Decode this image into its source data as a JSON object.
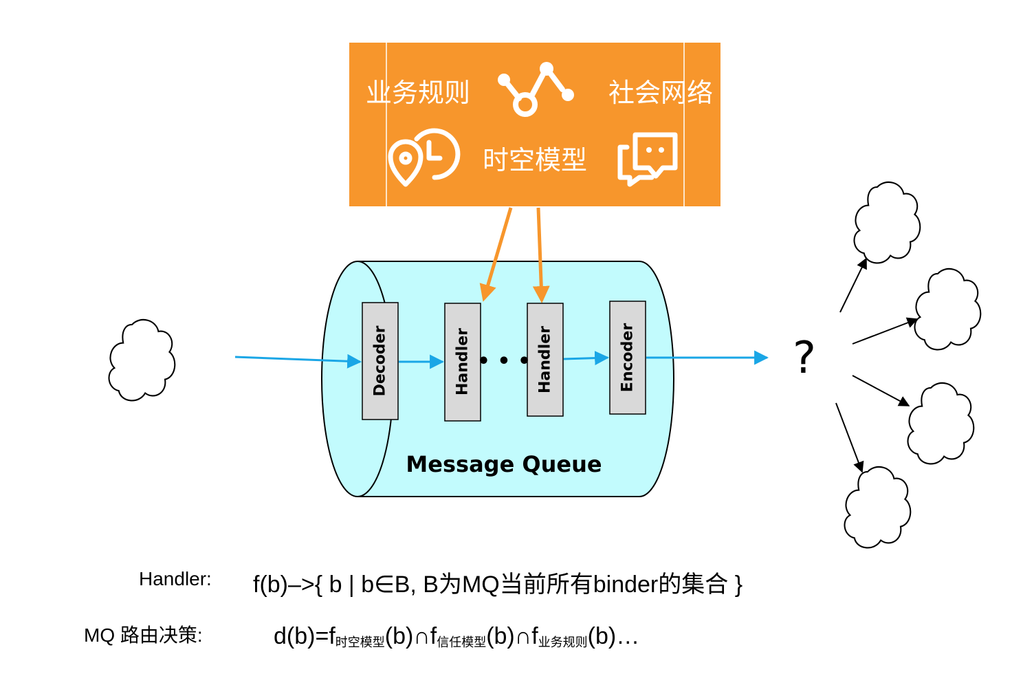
{
  "rules_box": {
    "labels": {
      "business_rules": "业务规则",
      "social_network": "社会网络",
      "spatiotemporal_model": "时空模型"
    },
    "icons": [
      "graph-nodes-icon",
      "location-clock-icon",
      "chat-bubbles-icon"
    ],
    "color": "#f7962c"
  },
  "queue": {
    "title": "Message Queue",
    "stages": [
      "Decoder",
      "Handler",
      "Handler",
      "Encoder"
    ],
    "ellipsis": "• • •",
    "fill": "#c2fbfd"
  },
  "output": {
    "question": "?"
  },
  "arrow_color": "#1aa6e6",
  "formulas": {
    "handler_label": "Handler:",
    "handler_def": "f(b)–>{ b | b∈B, B为MQ当前所有binder的集合 }",
    "mq_label": "MQ 路由决策:",
    "mq_def": {
      "p1": "d(b)=f",
      "s1": "时空模型",
      "p2": "(b)∩f",
      "s2": "信任模型",
      "p3": "(b)∩f",
      "s3": "业务规则",
      "p4": "(b)…"
    }
  }
}
